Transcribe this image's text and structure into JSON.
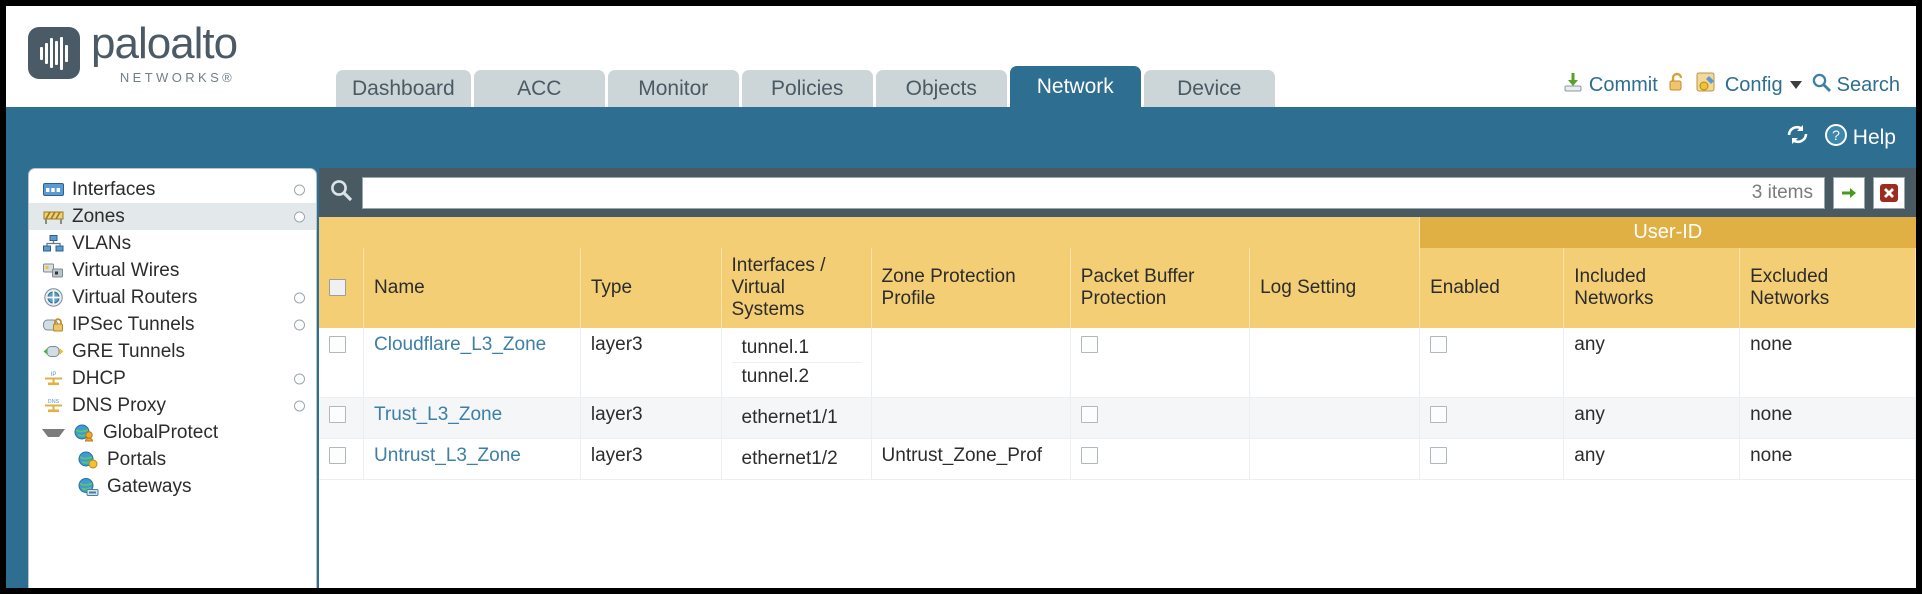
{
  "header": {
    "brand_name": "paloalto",
    "brand_sub": "NETWORKS®",
    "tabs": [
      {
        "label": "Dashboard",
        "active": false
      },
      {
        "label": "ACC",
        "active": false
      },
      {
        "label": "Monitor",
        "active": false
      },
      {
        "label": "Policies",
        "active": false
      },
      {
        "label": "Objects",
        "active": false
      },
      {
        "label": "Network",
        "active": true
      },
      {
        "label": "Device",
        "active": false
      }
    ],
    "actions": {
      "commit": "Commit",
      "config": "Config",
      "search": "Search"
    }
  },
  "band": {
    "help": "Help"
  },
  "sidebar": {
    "items": [
      {
        "label": "Interfaces",
        "icon": "interfaces-icon",
        "dot": true,
        "selected": false,
        "child": false,
        "caret": false
      },
      {
        "label": "Zones",
        "icon": "zones-icon",
        "dot": true,
        "selected": true,
        "child": false,
        "caret": false
      },
      {
        "label": "VLANs",
        "icon": "vlans-icon",
        "dot": false,
        "selected": false,
        "child": false,
        "caret": false
      },
      {
        "label": "Virtual Wires",
        "icon": "virtual-wires-icon",
        "dot": false,
        "selected": false,
        "child": false,
        "caret": false
      },
      {
        "label": "Virtual Routers",
        "icon": "virtual-routers-icon",
        "dot": true,
        "selected": false,
        "child": false,
        "caret": false
      },
      {
        "label": "IPSec Tunnels",
        "icon": "ipsec-tunnels-icon",
        "dot": true,
        "selected": false,
        "child": false,
        "caret": false
      },
      {
        "label": "GRE Tunnels",
        "icon": "gre-tunnels-icon",
        "dot": false,
        "selected": false,
        "child": false,
        "caret": false
      },
      {
        "label": "DHCP",
        "icon": "dhcp-icon",
        "dot": true,
        "selected": false,
        "child": false,
        "caret": false
      },
      {
        "label": "DNS Proxy",
        "icon": "dns-proxy-icon",
        "dot": true,
        "selected": false,
        "child": false,
        "caret": false
      },
      {
        "label": "GlobalProtect",
        "icon": "globalprotect-icon",
        "dot": false,
        "selected": false,
        "child": false,
        "caret": true
      },
      {
        "label": "Portals",
        "icon": "portals-icon",
        "dot": false,
        "selected": false,
        "child": true,
        "caret": false
      },
      {
        "label": "Gateways",
        "icon": "gateways-icon",
        "dot": false,
        "selected": false,
        "child": true,
        "caret": false
      }
    ]
  },
  "search": {
    "value": "",
    "placeholder": "",
    "item_count": "3 items"
  },
  "table": {
    "group_header": "User-ID",
    "columns": [
      "Name",
      "Type",
      "Interfaces / Virtual Systems",
      "Zone Protection Profile",
      "Packet Buffer Protection",
      "Log Setting",
      "Enabled",
      "Included Networks",
      "Excluded Networks"
    ],
    "rows": [
      {
        "name": "Cloudflare_L3_Zone",
        "type": "layer3",
        "interfaces": [
          "tunnel.1",
          "tunnel.2"
        ],
        "zone_protection_profile": "",
        "packet_buffer_protection": false,
        "log_setting": "",
        "user_id_enabled": false,
        "included_networks": "any",
        "excluded_networks": "none"
      },
      {
        "name": "Trust_L3_Zone",
        "type": "layer3",
        "interfaces": [
          "ethernet1/1"
        ],
        "zone_protection_profile": "",
        "packet_buffer_protection": false,
        "log_setting": "",
        "user_id_enabled": false,
        "included_networks": "any",
        "excluded_networks": "none"
      },
      {
        "name": "Untrust_L3_Zone",
        "type": "layer3",
        "interfaces": [
          "ethernet1/2"
        ],
        "zone_protection_profile": "Untrust_Zone_Prof",
        "packet_buffer_protection": false,
        "log_setting": "",
        "user_id_enabled": false,
        "included_networks": "any",
        "excluded_networks": "none"
      }
    ]
  },
  "colors": {
    "brand_blue": "#2e6e91",
    "header_amber": "#f3ce74",
    "group_amber": "#e0b044",
    "link_blue": "#3d7fa6",
    "panel_slate": "#4a5a62"
  }
}
